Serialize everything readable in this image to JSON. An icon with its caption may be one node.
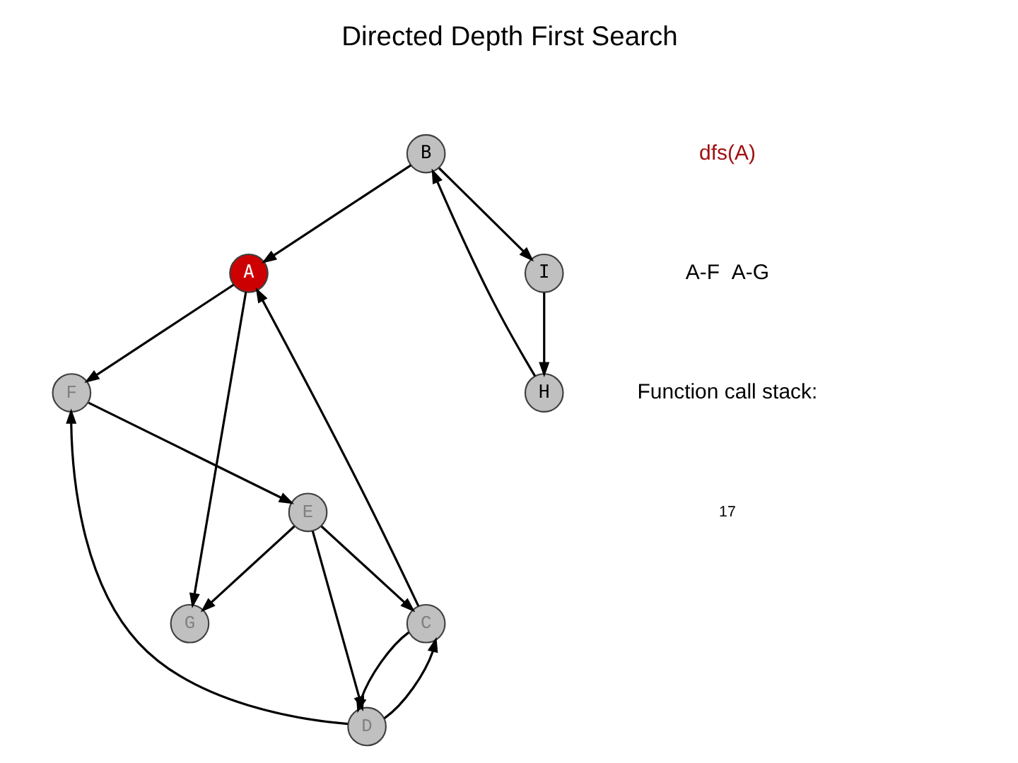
{
  "diagram": {
    "title": "Directed Depth First Search",
    "nodes": [
      {
        "text": [
          "A"
        ]
      },
      {
        "text": [
          "B"
        ]
      },
      {
        "text": [
          "H"
        ]
      },
      {
        "text": [
          "C"
        ]
      },
      {
        "text": [
          "G"
        ]
      },
      {
        "text": [
          "I"
        ]
      },
      {
        "text": [
          "D"
        ]
      },
      {
        "text": [
          "E"
        ]
      },
      {
        "text": [
          "F"
        ]
      }
    ],
    "edges": [
      {
        "from": 0,
        "to": 8,
        "arrow": "to"
      },
      {
        "from": 0,
        "to": 4,
        "arrow": "to"
      },
      {
        "from": 1,
        "to": 0,
        "arrow": "to"
      },
      {
        "from": 2,
        "to": 1,
        "arrow": "to"
      },
      {
        "from": 1,
        "to": 5,
        "arrow": "to"
      },
      {
        "from": 5,
        "to": 2,
        "arrow": "to"
      },
      {
        "from": 3,
        "to": 0,
        "arrow": "to"
      },
      {
        "from": 3,
        "to": 6,
        "arrow": "to"
      },
      {
        "from": 6,
        "to": 3,
        "arrow": "to"
      },
      {
        "from": 6,
        "to": 8,
        "arrow": "to"
      },
      {
        "from": 7,
        "to": 6,
        "arrow": "to"
      },
      {
        "from": 7,
        "to": 3,
        "arrow": "to"
      },
      {
        "from": 7,
        "to": 4,
        "arrow": "to"
      },
      {
        "from": 8,
        "to": 7,
        "arrow": "to"
      }
    ],
    "labels": [
      "dfs(A)",
      "A-F  A-G",
      "Function call stack:",
      "17"
    ]
  }
}
